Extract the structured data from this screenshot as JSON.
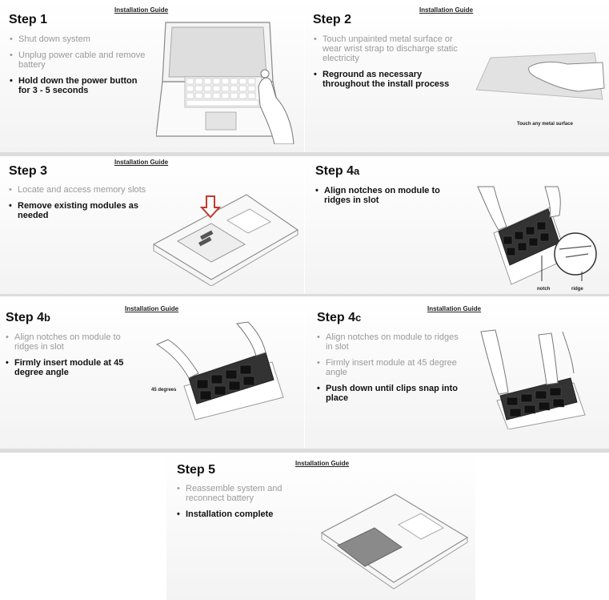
{
  "guide_label": "Installation Guide",
  "steps": [
    {
      "id": "1",
      "title": "Step 1",
      "suffix": "",
      "items": [
        {
          "text": "Shut down system",
          "emphasis": false
        },
        {
          "text": "Unplug power cable and remove battery",
          "emphasis": false
        },
        {
          "text": "Hold down the power button for 3 - 5 seconds",
          "emphasis": true
        }
      ]
    },
    {
      "id": "2",
      "title": "Step 2",
      "suffix": "",
      "items": [
        {
          "text": "Touch unpainted metal surface or wear wrist strap to discharge static electricity",
          "emphasis": false
        },
        {
          "text": "Reground as necessary throughout the install process",
          "emphasis": true
        }
      ],
      "caption": "Touch any metal surface"
    },
    {
      "id": "3",
      "title": "Step 3",
      "suffix": "",
      "items": [
        {
          "text": "Locate and access memory slots",
          "emphasis": false
        },
        {
          "text": "Remove existing modules as needed",
          "emphasis": true
        }
      ]
    },
    {
      "id": "4a",
      "title": "Step 4",
      "suffix": "a",
      "items": [
        {
          "text": "Align notches on module to ridges in slot",
          "emphasis": true
        }
      ],
      "captions": [
        "notch",
        "ridge"
      ]
    },
    {
      "id": "4b",
      "title": "Step 4",
      "suffix": "b",
      "items": [
        {
          "text": "Align notches on module to ridges in slot",
          "emphasis": false
        },
        {
          "text": "Firmly insert module at 45 degree angle",
          "emphasis": true
        }
      ],
      "caption": "45 degrees"
    },
    {
      "id": "4c",
      "title": "Step 4",
      "suffix": "c",
      "items": [
        {
          "text": "Align notches on module to ridges in slot",
          "emphasis": false
        },
        {
          "text": "Firmly insert module at 45 degree angle",
          "emphasis": false
        },
        {
          "text": "Push down until clips snap into place",
          "emphasis": true
        }
      ]
    },
    {
      "id": "5",
      "title": "Step 5",
      "suffix": "",
      "items": [
        {
          "text": "Reassemble system and reconnect battery",
          "emphasis": false
        },
        {
          "text": "Installation complete",
          "emphasis": true
        }
      ]
    }
  ],
  "colors": {
    "background": "#ffffff",
    "gap": "#dcdcdc",
    "arrow": "#c0392b",
    "muted_text": "#9a9a9a",
    "strong_text": "#111111"
  }
}
